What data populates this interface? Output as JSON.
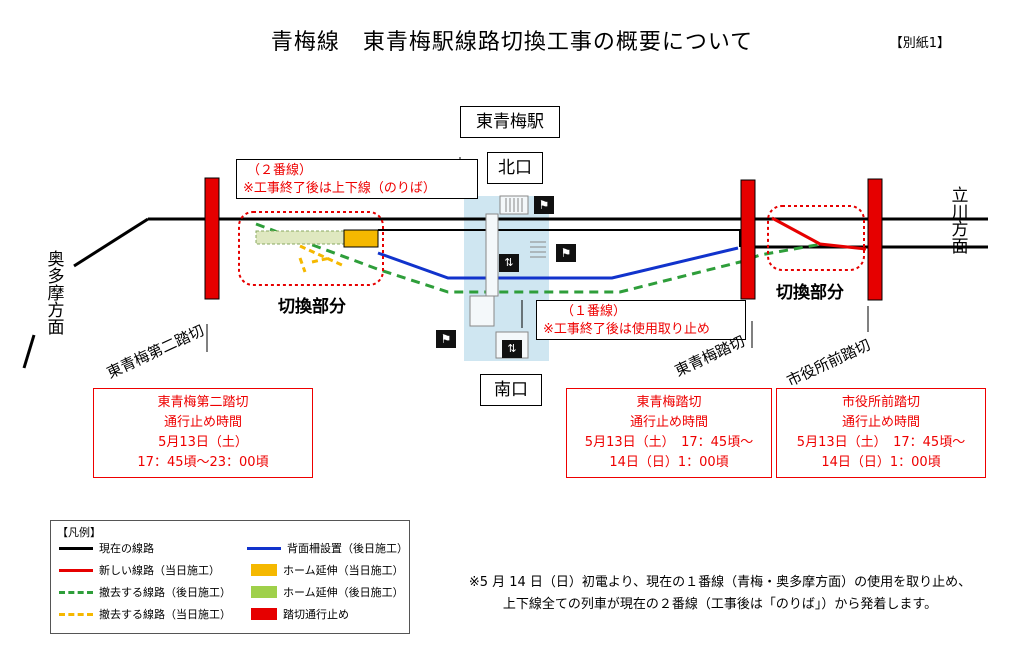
{
  "title": "青梅線　東青梅駅線路切換工事の概要について",
  "attachment_label": "【別紙1】",
  "station_name": "東青梅駅",
  "north_exit": "北口",
  "south_exit": "南口",
  "direction_left": "奥多摩方面",
  "direction_right": "立川方面",
  "switch_label_left": "切換部分",
  "switch_label_right": "切換部分",
  "track2_note": {
    "line1": "（２番線）",
    "line2": "※工事終了後は上下線（のりば）"
  },
  "track1_note": {
    "line1": "（１番線）",
    "line2": "※工事終了後は使用取り止め"
  },
  "crossings": {
    "second": "東青梅第二踏切",
    "main": "東青梅踏切",
    "city_hall": "市役所前踏切"
  },
  "closure_boxes": [
    {
      "name": "東青梅第二踏切",
      "line2": "通行止め時間",
      "line3": "5月13日（土）",
      "line4": "17：45頃～23：00頃"
    },
    {
      "name": "東青梅踏切",
      "line2": "通行止め時間",
      "line3": "5月13日（土）　17：45頃～",
      "line4": "14日（日）1：00頃"
    },
    {
      "name": "市役所前踏切",
      "line2": "通行止め時間",
      "line3": "5月13日（土）　17：45頃～",
      "line4": "14日（日）1：00頃"
    }
  ],
  "legend": {
    "title": "【凡例】",
    "items": [
      {
        "label": "現在の線路",
        "color": "#000000",
        "style": "solid-line"
      },
      {
        "label": "新しい線路（当日施工）",
        "color": "#e60000",
        "style": "solid-line"
      },
      {
        "label": "撤去する線路（後日施工）",
        "color": "#2e9e3a",
        "style": "dashed-line"
      },
      {
        "label": "撤去する線路（当日施工）",
        "color": "#f5b800",
        "style": "dashed-line"
      },
      {
        "label": "背面柵設置（後日施工）",
        "color": "#1133cc",
        "style": "solid-line"
      },
      {
        "label": "ホーム延伸（当日施工）",
        "color": "#f5b800",
        "style": "box"
      },
      {
        "label": "ホーム延伸（後日施工）",
        "color": "#9fd04a",
        "style": "box"
      },
      {
        "label": "踏切通行止め",
        "color": "#e60000",
        "style": "box"
      }
    ]
  },
  "footnote": {
    "line1": "※5 月 14 日（日）初電より、現在の１番線（青梅・奥多摩方面）の使用を取り止め、",
    "line2": "上下線全ての列車が現在の２番線（工事後は「のりば」）から発着します。"
  }
}
